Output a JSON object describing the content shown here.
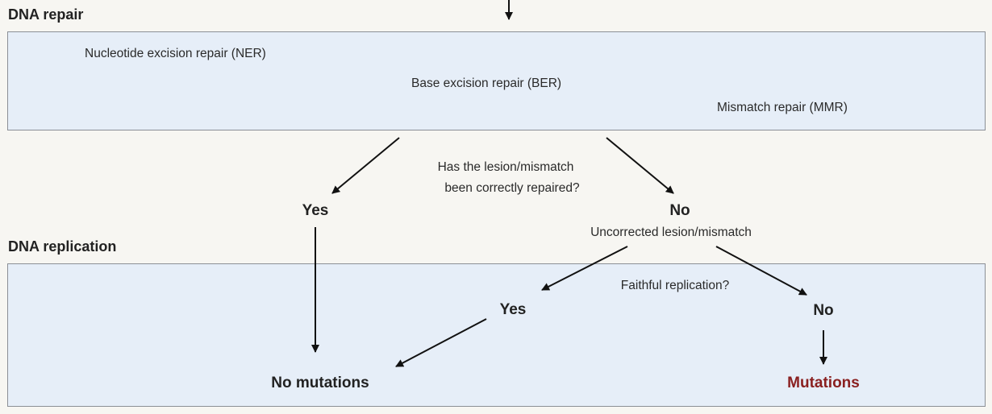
{
  "sections": {
    "repair_title": "DNA repair",
    "replication_title": "DNA replication"
  },
  "repair_panel": {
    "ner": "Nucleotide excision repair (NER)",
    "ber": "Base excision repair (BER)",
    "mmr": "Mismatch repair (MMR)"
  },
  "question": {
    "line1": "Has the lesion/mismatch",
    "line2": "been correctly repaired?"
  },
  "branch": {
    "yes": "Yes",
    "no": "No",
    "uncorrected": "Uncorrected lesion/mismatch"
  },
  "replication_panel": {
    "question": "Faithful replication?",
    "yes": "Yes",
    "no": "No",
    "no_mutations": "No mutations",
    "mutations": "Mutations"
  },
  "colors": {
    "panel_fill": "#e6eef8",
    "panel_border": "#8b8f96",
    "mutations_text": "#8a2020",
    "arrow": "#111111"
  }
}
